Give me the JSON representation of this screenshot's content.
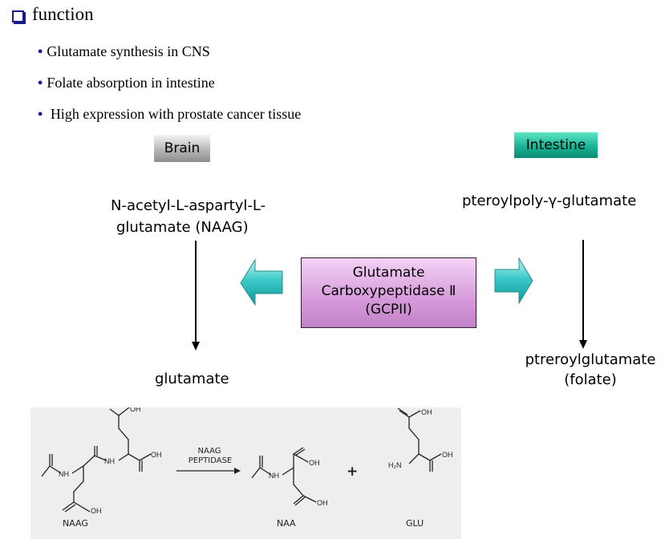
{
  "header": {
    "title": "function",
    "bullets": [
      "Glutamate synthesis in CNS",
      "Folate absorption in intestine",
      "High expression with prostate cancer tissue"
    ]
  },
  "diagram": {
    "brain_label": "Brain",
    "intestine_label": "Intestine",
    "naag_line1": "N-acetyl-L-aspartyl-L-",
    "naag_line2": "glutamate (NAAG)",
    "pteroyl_label": "pteroylpoly-γ-glutamate",
    "enzyme_line1": "Glutamate",
    "enzyme_line2": "Carboxypeptidase Ⅱ",
    "enzyme_line3": "(GCPII)",
    "glutamate_label": "glutamate",
    "folate_line1": "ptreroylglutamate",
    "folate_line2": "(folate)"
  },
  "reaction": {
    "enzyme_line1": "NAAG",
    "enzyme_line2": "PEPTIDASE",
    "plus": "+",
    "molecules": {
      "naag": "NAAG",
      "naa": "NAA",
      "glu": "GLU"
    },
    "atoms": {
      "oh": "OH",
      "nh": "NH",
      "h2n": "H₂N"
    }
  },
  "colors": {
    "bullet_accent": "#1a1a8c",
    "brain_box": "#a8a8a8",
    "intestine_box": "#17b495",
    "enzyme_box": "#d59ad9",
    "arrow_fill": "#3cc8c8"
  }
}
